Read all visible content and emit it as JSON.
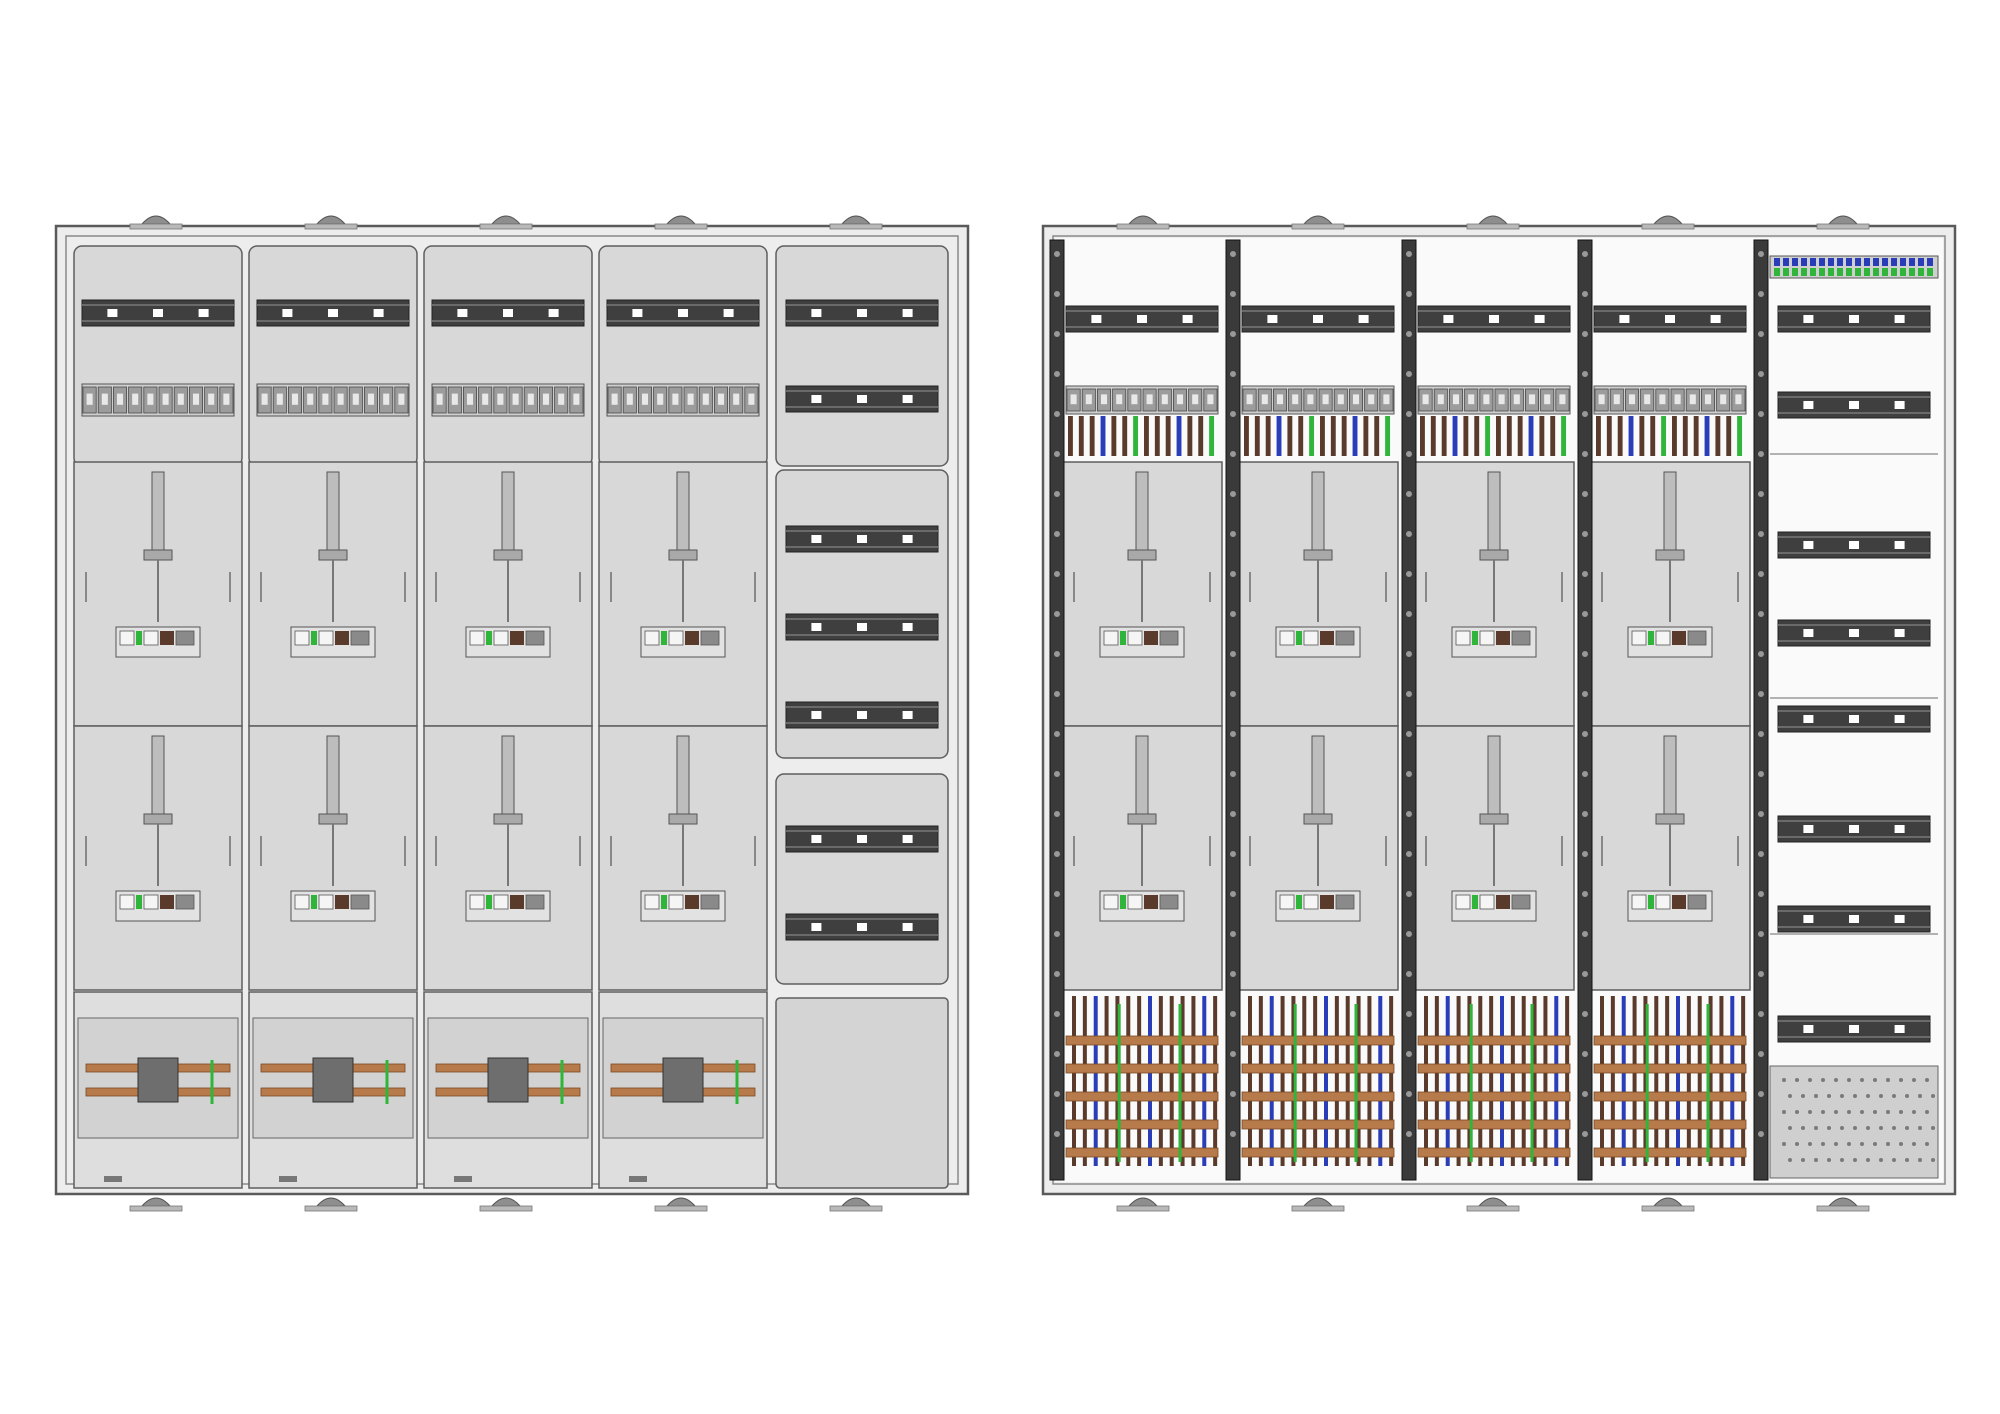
{
  "page": {
    "background": "#ffffff"
  },
  "colors": {
    "frame_edge": "#5a5a5a",
    "frame_fill": "#ededed",
    "cover_fill": "#d8d8d8",
    "cover_edge": "#5e5e5e",
    "open_bg": "#fafafa",
    "rail_fill": "#3f3f3f",
    "rail_hole": "#ffffff",
    "breaker_fill": "#9c9c9c",
    "meter_slot": "#bdbdbd",
    "terminal_green": "#2fb53a",
    "terminal_blue": "#2a3db8",
    "terminal_brown": "#5a3a2a",
    "busbar_copper": "#b77a4a",
    "knob_fill": "#8e8e8e",
    "mount_post": "#3a3a3a"
  },
  "cabinets": [
    {
      "name": "closed-cabinet",
      "view": "covers-on",
      "meter_columns": 4,
      "meter_rows": 2,
      "distribution_columns": 1
    },
    {
      "name": "open-cabinet",
      "view": "covers-off",
      "meter_columns": 4,
      "meter_rows": 2,
      "distribution_columns": 1
    }
  ]
}
